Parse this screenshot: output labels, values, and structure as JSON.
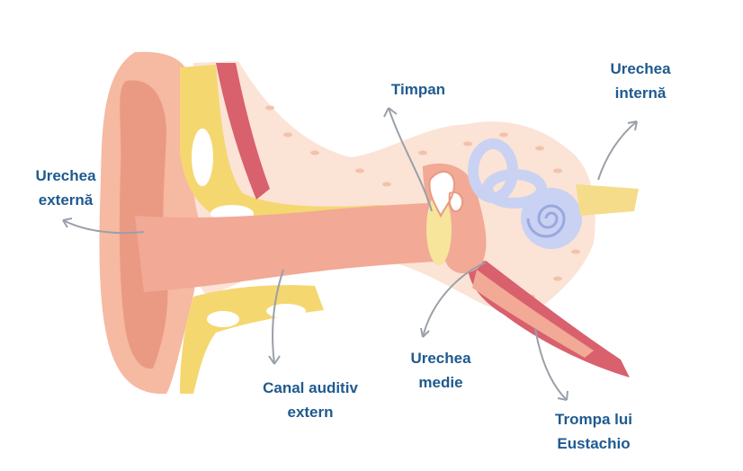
{
  "labels": {
    "outer_ear": {
      "line1": "Urechea",
      "line2": "externă"
    },
    "eardrum": {
      "line1": "Timpan"
    },
    "inner_ear": {
      "line1": "Urechea",
      "line2": "internă"
    },
    "ear_canal": {
      "line1": "Canal auditiv",
      "line2": "extern"
    },
    "middle_ear": {
      "line1": "Urechea",
      "line2": "medie"
    },
    "eustachian_tube": {
      "line1": "Trompa lui",
      "line2": "Eustachio"
    }
  },
  "colors": {
    "label_text": "#1f5a8f",
    "arrow": "#9aa0a8",
    "skin": "#f6b9a2",
    "skin_dark": "#ea9a83",
    "canal": "#f2a995",
    "bone": "#fbe3d6",
    "bone_dots": "#f2c2ad",
    "cartilage": "#f5d770",
    "cartilage_light": "#ffffff",
    "muscle": "#d9606d",
    "cochlea": "#c9d2f2",
    "cochlea_line": "#9aa8e0",
    "eardrum": "#f6e59b",
    "nerve": "#f5dc8a"
  }
}
